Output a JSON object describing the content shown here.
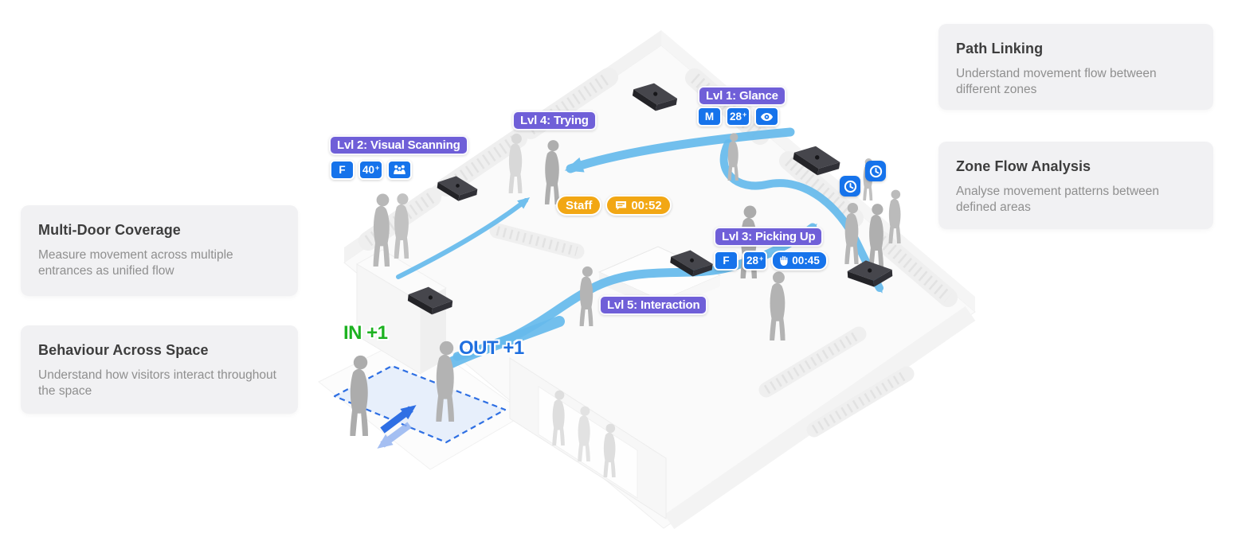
{
  "cards": [
    {
      "title": "Path Linking",
      "body": "Understand movement flow between different zones"
    },
    {
      "title": "Zone Flow Analysis",
      "body": "Analyse movement patterns between defined areas"
    },
    {
      "title": "Multi-Door Coverage",
      "body": "Measure movement across multiple entrances as unified flow"
    },
    {
      "title": "Behaviour Across Space",
      "body": "Understand how visitors interact throughout the space"
    }
  ],
  "levels": [
    {
      "label": "Lvl 1: Glance",
      "gender": "M",
      "age": "28",
      "age_suffix": "+",
      "icon": "eye-icon"
    },
    {
      "label": "Lvl 2: Visual Scanning",
      "gender": "F",
      "age": "40",
      "age_suffix": "+",
      "icon": "group-icon"
    },
    {
      "label": "Lvl 3: Picking Up",
      "gender": "F",
      "age": "28",
      "age_suffix": "+",
      "icon": "hand-icon",
      "duration": "00:45"
    },
    {
      "label": "Lvl 4: Trying"
    },
    {
      "label": "Lvl 5: Interaction"
    }
  ],
  "staff": {
    "label": "Staff",
    "duration": "00:52",
    "icon": "chat-bubble-icon"
  },
  "counters": {
    "in_label": "IN +1",
    "out_label": "OUT +1"
  },
  "icons": {
    "clock": "clock-icon",
    "eye": "eye-icon",
    "group": "group-icon",
    "hand": "hand-icon",
    "chat": "chat-bubble-icon"
  },
  "colors": {
    "level_purple": "#6F5FD8",
    "chip_blue": "#1673EB",
    "staff_amber": "#F2A714",
    "in_green": "#1DB221",
    "out_blue": "#1F6FDF",
    "flow_arrow": "#66BAEC",
    "zone_dash": "#2E6FE3",
    "card_bg": "#F1F1F3"
  }
}
